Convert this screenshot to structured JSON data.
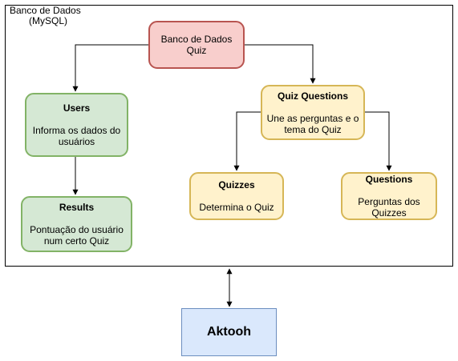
{
  "container": {
    "label_line1": "Banco de Dados",
    "label_line2": "(MySQL)"
  },
  "nodes": {
    "root": {
      "title_line1": "Banco de Dados",
      "title_line2": "Quiz",
      "color": "#f8cecc"
    },
    "users": {
      "title": "Users",
      "desc_line1": "Informa os dados do",
      "desc_line2": "usuários",
      "color": "#d5e8d4"
    },
    "results": {
      "title": "Results",
      "desc_line1": "Pontuação do usuário",
      "desc_line2": "num certo Quiz",
      "color": "#d5e8d4"
    },
    "quiz_questions": {
      "title": "Quiz Questions",
      "desc_line1": "Une as perguntas e o",
      "desc_line2": "tema do Quiz",
      "color": "#fff2cc"
    },
    "quizzes": {
      "title": "Quizzes",
      "desc_line1": "Determina o Quiz",
      "color": "#fff2cc"
    },
    "questions": {
      "title": "Questions",
      "desc_line1": "Perguntas dos",
      "desc_line2": "Quizzes",
      "color": "#fff2cc"
    },
    "aktooh": {
      "title": "Aktooh",
      "color": "#dae8fc"
    }
  }
}
